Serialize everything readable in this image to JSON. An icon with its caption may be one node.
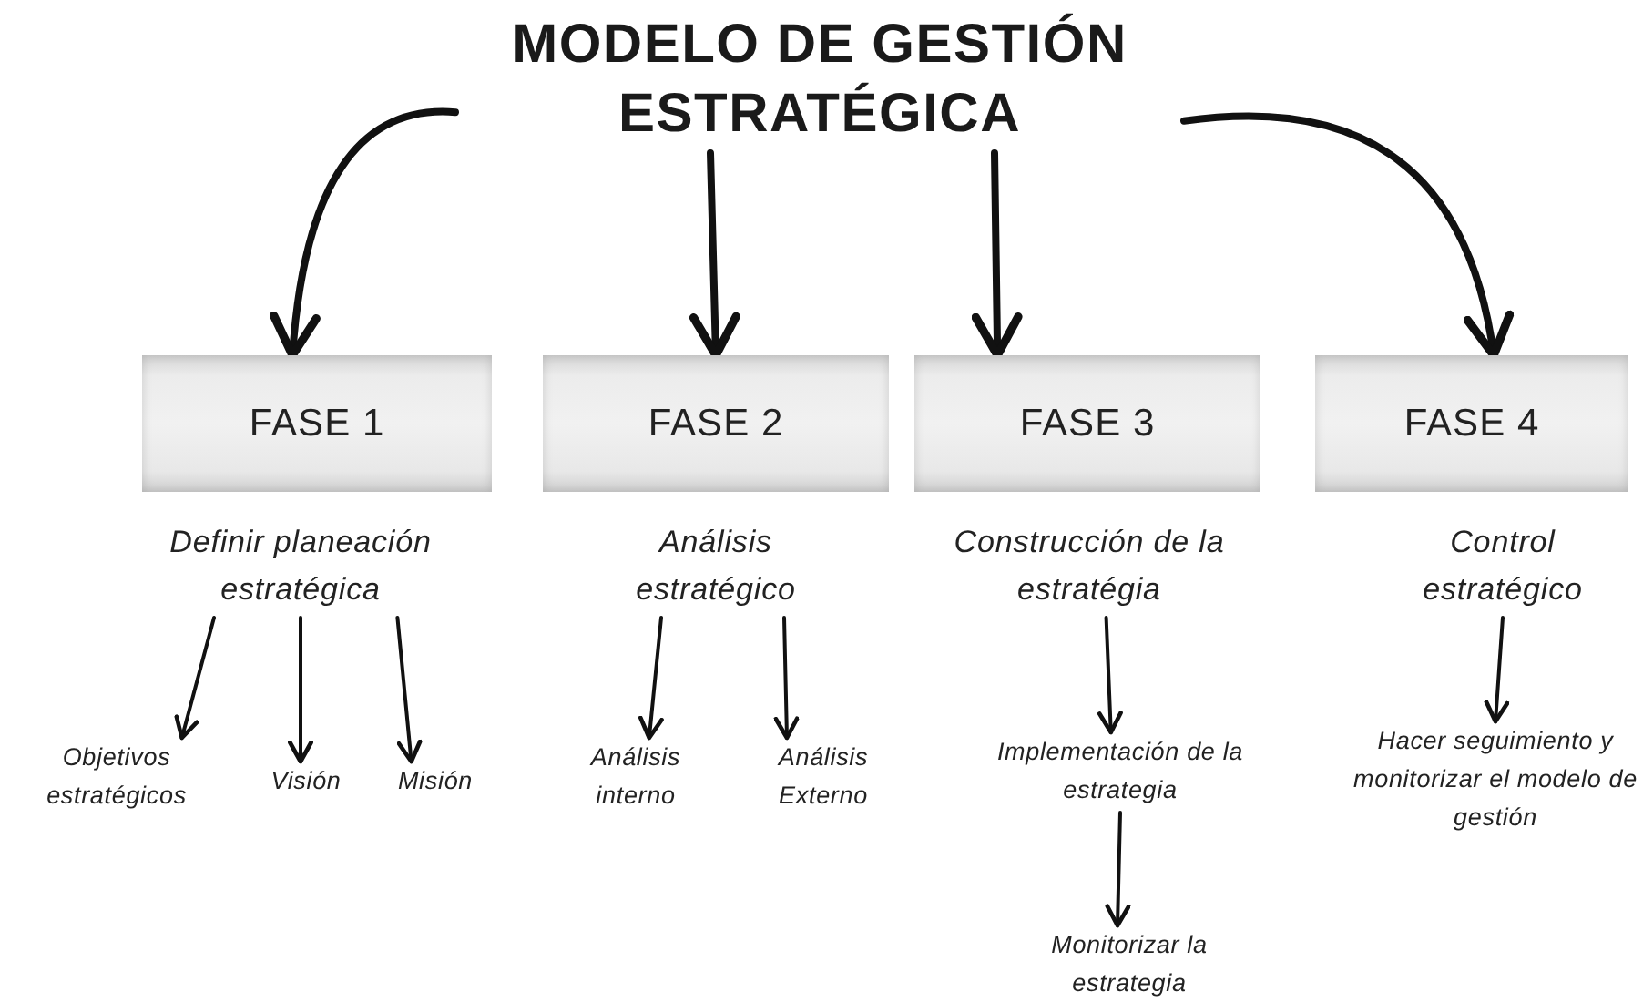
{
  "diagram": {
    "nodes": [
      {
        "text": [
          "MODELO DE GESTIÓN ESTRATÉGICA"
        ]
      },
      {
        "text": [
          "FASE 1"
        ]
      },
      {
        "text": [
          "FASE 2"
        ]
      },
      {
        "text": [
          "FASE 3"
        ]
      },
      {
        "text": [
          "FASE 4"
        ]
      },
      {
        "text": [
          "Definir planeación estratégica"
        ]
      },
      {
        "text": [
          "Análisis estratégico"
        ]
      },
      {
        "text": [
          "Construcción de la estratégia"
        ]
      },
      {
        "text": [
          "Control estratégico"
        ]
      },
      {
        "text": [
          "Objetivos estratégicos"
        ]
      },
      {
        "text": [
          "Visión"
        ]
      },
      {
        "text": [
          "Misión"
        ]
      },
      {
        "text": [
          "Análisis interno"
        ]
      },
      {
        "text": [
          "Análisis Externo"
        ]
      },
      {
        "text": [
          "Implementación de la estrategia"
        ]
      },
      {
        "text": [
          "Monitorizar la estrategia"
        ]
      },
      {
        "text": [
          "Hacer seguimiento y monitorizar el modelo de gestión"
        ]
      }
    ],
    "edges": [
      {
        "from": 0,
        "to": 1,
        "arrow": "to",
        "style": "thick"
      },
      {
        "from": 0,
        "to": 2,
        "arrow": "to",
        "style": "thick"
      },
      {
        "from": 0,
        "to": 3,
        "arrow": "to",
        "style": "thick"
      },
      {
        "from": 0,
        "to": 4,
        "arrow": "to",
        "style": "thick"
      },
      {
        "from": 5,
        "to": 9,
        "arrow": "to"
      },
      {
        "from": 5,
        "to": 10,
        "arrow": "to"
      },
      {
        "from": 5,
        "to": 11,
        "arrow": "to"
      },
      {
        "from": 6,
        "to": 12,
        "arrow": "to"
      },
      {
        "from": 6,
        "to": 13,
        "arrow": "to"
      },
      {
        "from": 7,
        "to": 14,
        "arrow": "to"
      },
      {
        "from": 14,
        "to": 15,
        "arrow": "to"
      },
      {
        "from": 8,
        "to": 16,
        "arrow": "to"
      }
    ]
  }
}
